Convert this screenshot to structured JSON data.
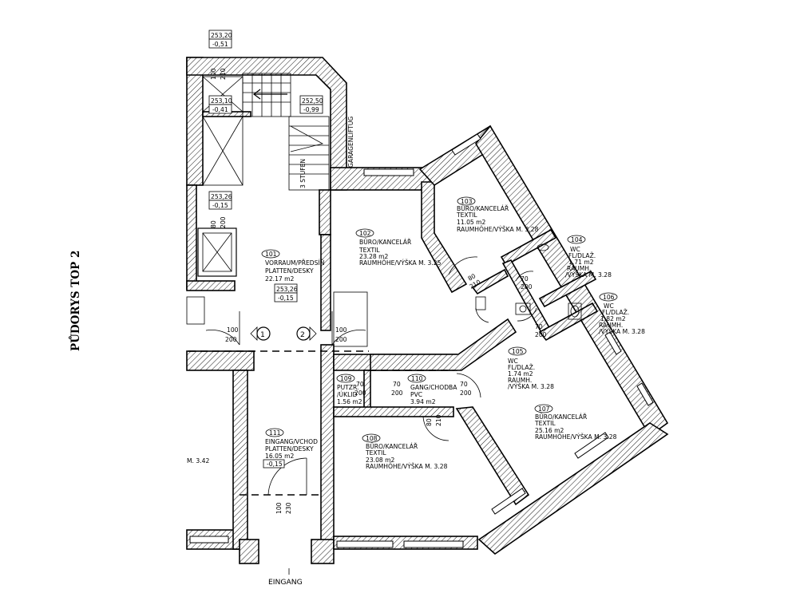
{
  "title": "PŮDORYS TOP 2",
  "entrance": "EINGANG",
  "lift_label": "GARAGENLIFTUG",
  "edge_label": "M. 3.42",
  "levels": [
    {
      "id": "lv1",
      "top": "253,20",
      "bottom": "-0,51"
    },
    {
      "id": "lv2",
      "top": "253,10",
      "bottom": "-0,41"
    },
    {
      "id": "lv3",
      "top": "252,50",
      "bottom": "-0,99"
    },
    {
      "id": "lv4",
      "top": "253,26",
      "bottom": "-0,15"
    },
    {
      "id": "lv5",
      "top": "253,26",
      "bottom": "-0,15"
    }
  ],
  "rooms": [
    {
      "id": "101",
      "lines": [
        "VORRAUM/PŘEDSÍŇ",
        "PLATTEN/DESKY",
        "22.17 m2"
      ]
    },
    {
      "id": "102",
      "lines": [
        "BÜRO/KANCELÁŘ",
        "TEXTIL",
        "23.28 m2",
        "RAUMHÖHE/VÝŠKA M. 3.25"
      ]
    },
    {
      "id": "103",
      "lines": [
        "BÜRO/KANCELÁŘ",
        "TEXTIL",
        "11.05 m2",
        "RAUMHÖHE/VÝŠKA M. 3.28"
      ]
    },
    {
      "id": "104",
      "lines": [
        "WC",
        "FL/DLAŽ.",
        "1.71 m2",
        "RAUMH.",
        "/VÝŠKA M. 3.28"
      ]
    },
    {
      "id": "105",
      "lines": [
        "WC",
        "FL/DLAŽ.",
        "1.74 m2",
        "RAUMH.",
        "/VÝŠKA M. 3.28"
      ]
    },
    {
      "id": "106",
      "lines": [
        "WC",
        "FL/DLAŽ.",
        "1.82 m2",
        "RAUMH.",
        "/VÝŠKA M. 3.28"
      ]
    },
    {
      "id": "107",
      "lines": [
        "BÜRO/KANCELÁŘ",
        "TEXTIL",
        "25.16 m2",
        "RAUMHÖHE/VÝŠKA M. 3.28"
      ]
    },
    {
      "id": "108",
      "lines": [
        "BÜRO/KANCELÁŘ",
        "TEXTIL",
        "23.08 m2",
        "RAUMHÖHE/VÝŠKA M. 3.28"
      ]
    },
    {
      "id": "109",
      "lines": [
        "PUTZR.",
        "/ÚKLID",
        "1.56 m2"
      ]
    },
    {
      "id": "110",
      "lines": [
        "GANG/CHODBA",
        "PVC",
        "3.94 m2"
      ]
    },
    {
      "id": "111",
      "lines": [
        "EINGANG/VCHOD",
        "PLATTEN/DESKY",
        "16.05 m2",
        "-0,15"
      ]
    }
  ],
  "level_in_room_101": {
    "top": "253,26",
    "bottom": "-0,15"
  },
  "door_sizes": [
    {
      "id": "d1",
      "w": "100",
      "h": "210"
    },
    {
      "id": "d2",
      "w": "80",
      "h": "200"
    },
    {
      "id": "d3",
      "w": "100",
      "h": "200"
    },
    {
      "id": "d4",
      "w": "100",
      "h": "200"
    },
    {
      "id": "d5",
      "w": "70",
      "h": "200"
    },
    {
      "id": "d6",
      "w": "70",
      "h": "200"
    },
    {
      "id": "d7",
      "w": "80",
      "h": "210"
    },
    {
      "id": "d8",
      "w": "100",
      "h": "230"
    },
    {
      "id": "d9",
      "w": "70",
      "h": "200"
    },
    {
      "id": "d10",
      "w": "70",
      "h": "200"
    },
    {
      "id": "d11",
      "w": "70",
      "h": "200"
    },
    {
      "id": "d12",
      "w": "80",
      "h": "210"
    }
  ],
  "stair_note": "3 STUFEN",
  "section_marks": [
    "1",
    "2"
  ]
}
